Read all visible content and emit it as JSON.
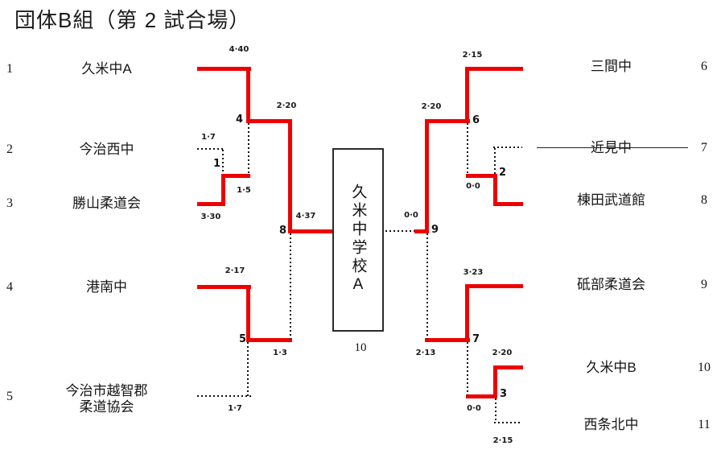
{
  "title": "団体B組（第 2 試合場）",
  "colors": {
    "winner_path": "#ee0000",
    "loser_line": "#111111",
    "strike_line": "#222222"
  },
  "champion": {
    "name": "久米中学校A",
    "final_match_number": "10"
  },
  "teams": {
    "left": [
      {
        "seed": "1",
        "name": "久米中A"
      },
      {
        "seed": "2",
        "name": "今治西中"
      },
      {
        "seed": "3",
        "name": "勝山柔道会"
      },
      {
        "seed": "4",
        "name": "港南中"
      },
      {
        "seed": "5",
        "name": "今治市越智郡柔道協会",
        "name_lines": [
          "今治市越智郡",
          "柔道協会"
        ]
      }
    ],
    "right": [
      {
        "seed": "6",
        "name": "三間中"
      },
      {
        "seed": "7",
        "name": "近見中",
        "status": "crossed-out"
      },
      {
        "seed": "8",
        "name": "棟田武道館"
      },
      {
        "seed": "9",
        "name": "砥部柔道会"
      },
      {
        "seed": "10",
        "name": "久米中B"
      },
      {
        "seed": "11",
        "name": "西条北中"
      }
    ]
  },
  "match_numbers": {
    "m1": "1",
    "m2": "2",
    "m3": "3",
    "m4": "4",
    "m5": "5",
    "m6": "6",
    "m7": "7",
    "m8": "8",
    "m9": "9"
  },
  "scores": {
    "m1_imabarinishi": "1·7",
    "m1_katsuyama": "3·30",
    "m3_kumeB": "2·20",
    "m3_saijokita": "2·15",
    "m4_kumeA": "4·40",
    "m4_katsuyama": "1·5",
    "m5_konan": "2·17",
    "m5_ochigun": "1·7",
    "m6_mima": "2·15",
    "m6_muneta": "0·0",
    "m7_tobe": "3·23",
    "m7_kumeB": "0·0",
    "m8_kumeA": "2·20",
    "m8_konan": "1·3",
    "m9_mima": "2·20",
    "m9_tobe": "2·13",
    "m10_kumeA": "4·37",
    "m10_mima": "0·0"
  },
  "results": {
    "m1_winner": "勝山柔道会",
    "m2_winner": "棟田武道館",
    "m3_winner": "久米中B",
    "m4_winner": "久米中A",
    "m5_winner": "港南中",
    "m6_winner": "三間中",
    "m7_winner": "砥部柔道会",
    "m8_winner": "久米中A",
    "m9_winner": "三間中",
    "m10_winner": "久米中A"
  }
}
